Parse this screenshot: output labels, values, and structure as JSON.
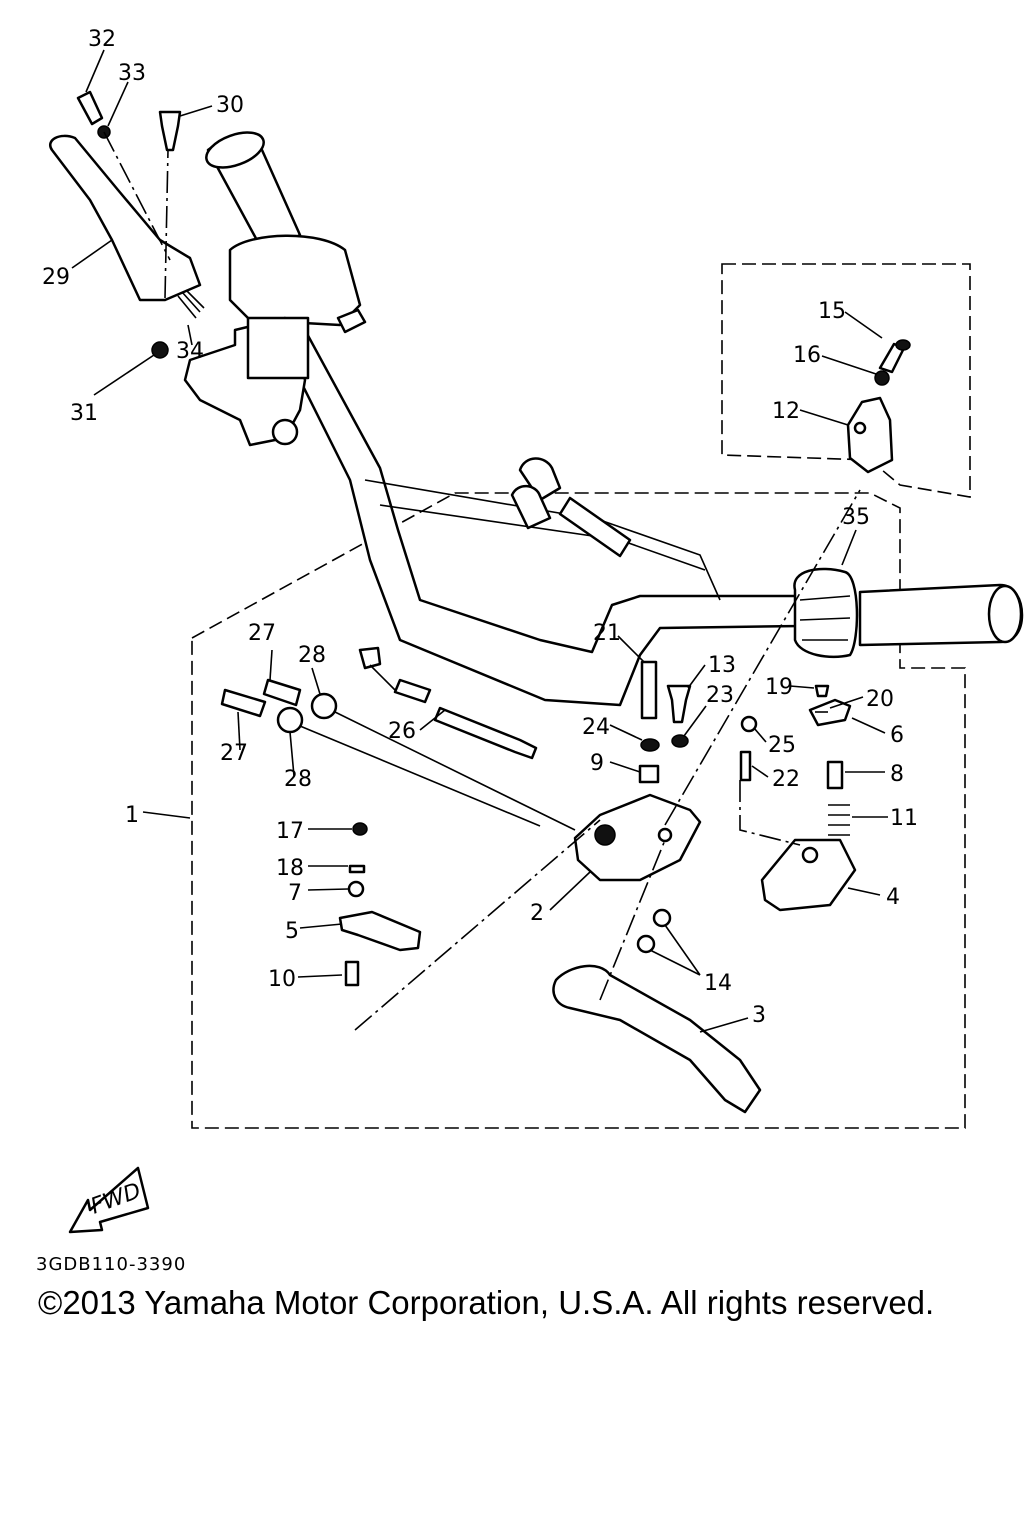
{
  "diagram": {
    "callouts": [
      "1",
      "2",
      "3",
      "4",
      "5",
      "6",
      "7",
      "8",
      "9",
      "10",
      "11",
      "12",
      "13",
      "14",
      "15",
      "16",
      "17",
      "18",
      "19",
      "20",
      "21",
      "22",
      "23",
      "24",
      "25",
      "26",
      "27",
      "27",
      "28",
      "28",
      "29",
      "30",
      "31",
      "32",
      "33",
      "34",
      "35"
    ],
    "fwd_label": "FWD"
  },
  "footer": {
    "ref_code": "3GDB110-3390",
    "copyright": "©2013 Yamaha Motor Corporation, U.S.A. All rights reserved."
  }
}
